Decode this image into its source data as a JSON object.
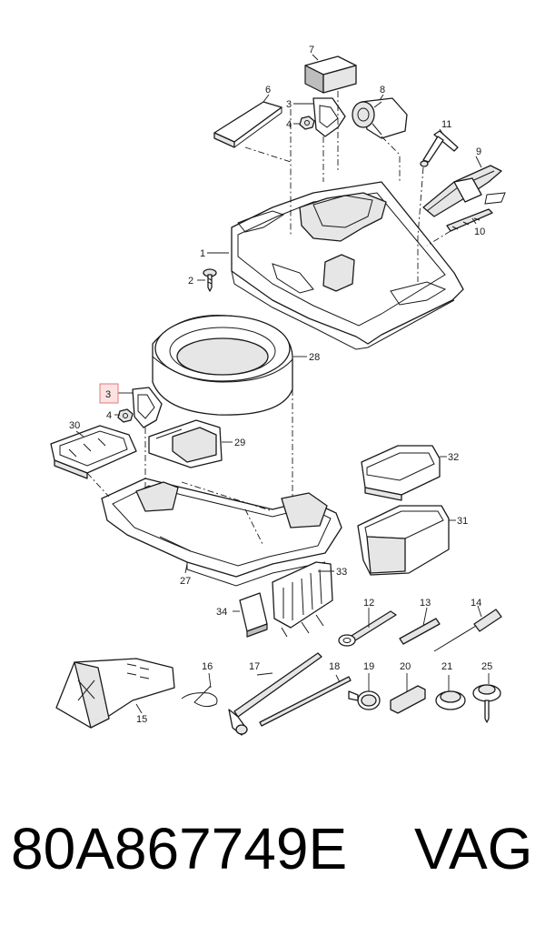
{
  "diagram": {
    "callouts": {
      "c1": "1",
      "c2": "2",
      "c3a": "3",
      "c3b": "3",
      "c4a": "4",
      "c4b": "4",
      "c6": "6",
      "c7": "7",
      "c8": "8",
      "c9": "9",
      "c10": "10",
      "c11": "11",
      "c12": "12",
      "c13": "13",
      "c14": "14",
      "c15": "15",
      "c16": "16",
      "c17": "17",
      "c18": "18",
      "c19": "19",
      "c20": "20",
      "c21": "21",
      "c25": "25",
      "c27": "27",
      "c28": "28",
      "c29": "29",
      "c30": "30",
      "c31": "31",
      "c32": "32",
      "c33": "33",
      "c34": "34"
    },
    "highlighted_callout": "3"
  },
  "footer": {
    "part_number": "80A867749E",
    "brand": "VAG"
  }
}
